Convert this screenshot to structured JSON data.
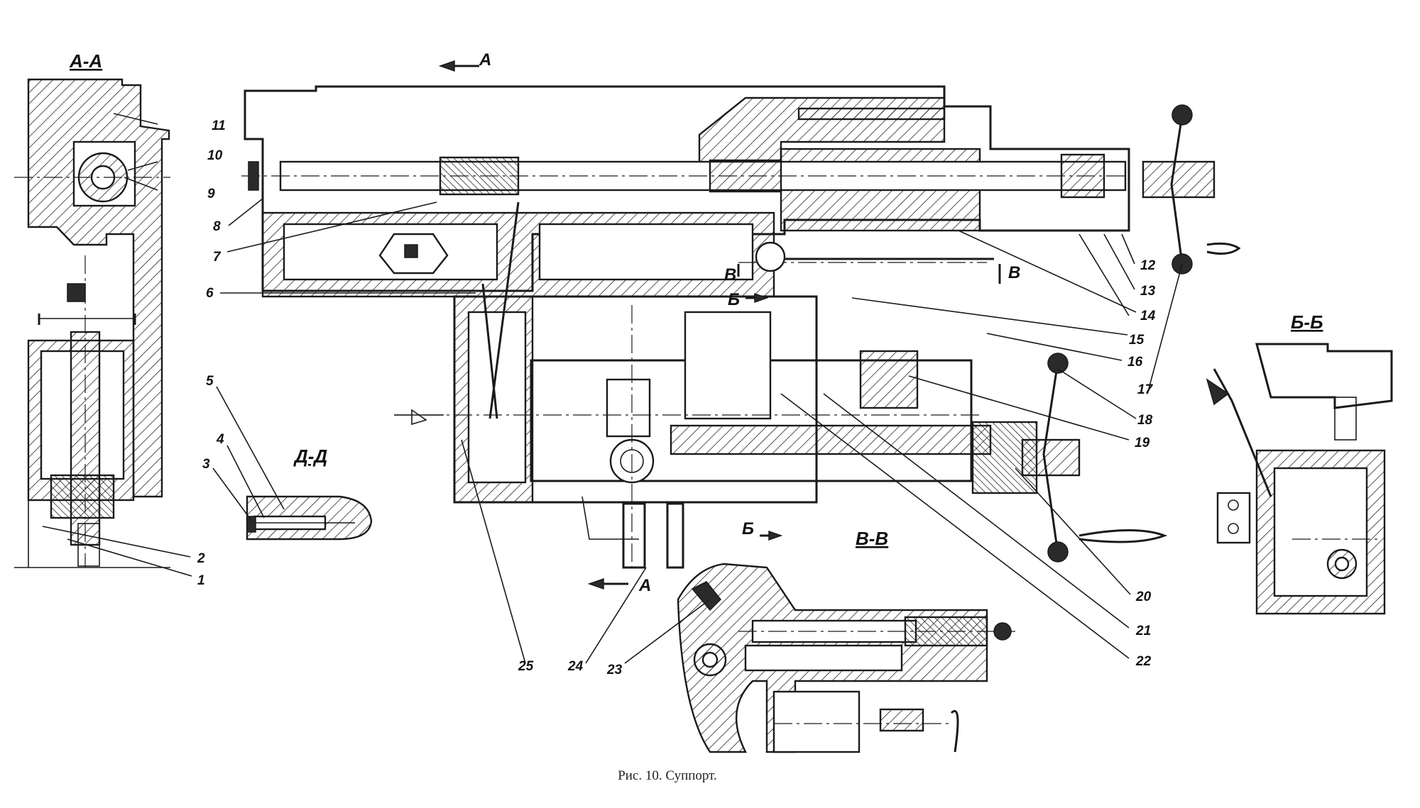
{
  "caption": "Рис. 10. Суппорт.",
  "section_titles": {
    "a_a": "А-А",
    "d_d": "Д-Д",
    "v_v": "В-В",
    "b_b": "Б-Б"
  },
  "section_markers": {
    "a_top": "А",
    "a_bottom": "А",
    "b_top": "Б",
    "b_bottom": "Б",
    "v_left": "В",
    "v_right": "В"
  },
  "callouts": [
    "1",
    "2",
    "3",
    "4",
    "5",
    "6",
    "7",
    "8",
    "9",
    "10",
    "11",
    "12",
    "13",
    "14",
    "15",
    "16",
    "17",
    "18",
    "19",
    "20",
    "21",
    "22",
    "23",
    "24",
    "25"
  ]
}
